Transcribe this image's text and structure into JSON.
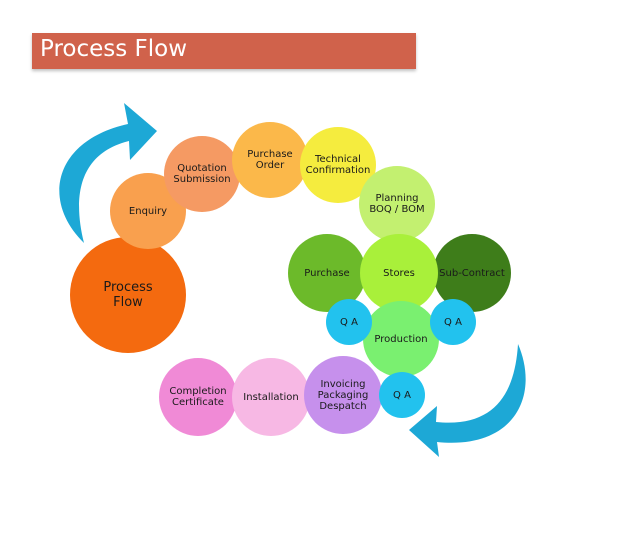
{
  "header": {
    "title": "Process Flow"
  },
  "nodes": {
    "process_flow": "Process\nFlow",
    "enquiry": "Enquiry",
    "quotation": "Quotation\nSubmission",
    "purchase_order": "Purchase\nOrder",
    "technical": "Technical\nConfirmation",
    "planning": "Planning\nBOQ / BOM",
    "purchase": "Purchase",
    "stores": "Stores",
    "subcontract": "Sub-Contract",
    "qa_left": "Q A",
    "qa_right": "Q A",
    "production": "Production",
    "qa_bottom": "Q A",
    "invoicing": "Invoicing\nPackaging\nDespatch",
    "installation": "Installation",
    "completion": "Completion\nCertificate"
  },
  "colors": {
    "header": "#d0624b",
    "arrow": "#1da8d6",
    "process_flow": "#f46a0f",
    "enquiry": "#f9a04e",
    "quotation": "#f59a63",
    "purchase_order": "#fbb84a",
    "technical": "#f5ec3e",
    "planning": "#c3f070",
    "purchase": "#6cba2a",
    "stores": "#a9f03a",
    "subcontract": "#3e7d1a",
    "qa": "#22c2ee",
    "production": "#7af070",
    "invoicing": "#c690ec",
    "installation": "#f7b8e4",
    "completion": "#f08ad6"
  }
}
